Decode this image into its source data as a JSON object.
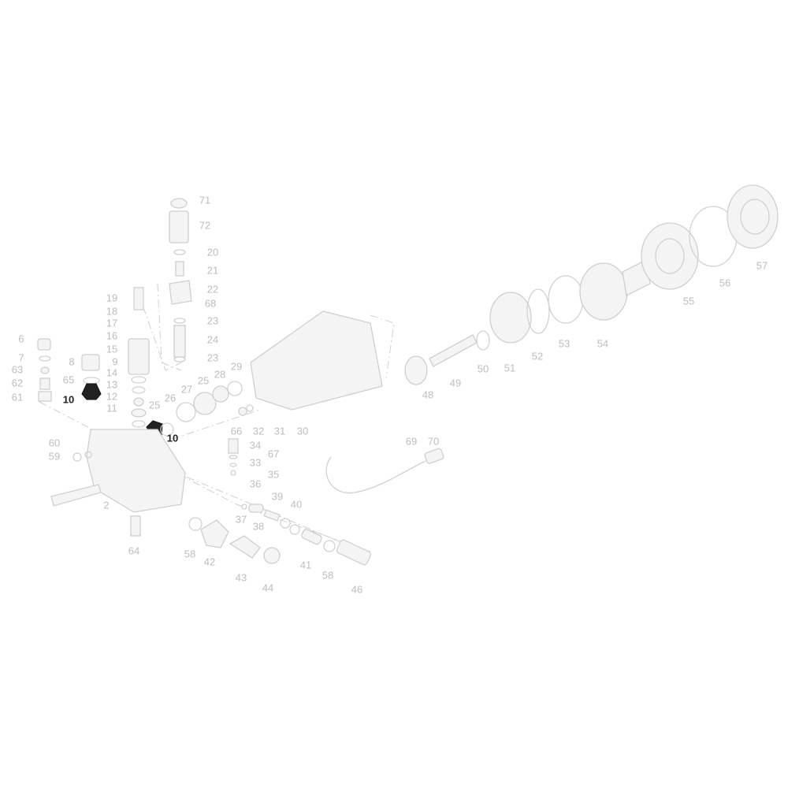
{
  "diagram": {
    "type": "exploded-parts-diagram",
    "highlight_color": "#222222",
    "part_color": "#bdbdbd",
    "highlighted_part": "10",
    "labels": [
      "71",
      "72",
      "20",
      "21",
      "22",
      "68",
      "23",
      "24",
      "23",
      "19",
      "18",
      "17",
      "16",
      "15",
      "9",
      "14",
      "13",
      "12",
      "11",
      "6",
      "7",
      "63",
      "62",
      "61",
      "8",
      "65",
      "10",
      "10",
      "26",
      "27",
      "25",
      "25",
      "28",
      "29",
      "66",
      "32",
      "31",
      "30",
      "34",
      "67",
      "33",
      "35",
      "36",
      "60",
      "59",
      "2",
      "64",
      "58",
      "42",
      "43",
      "44",
      "37",
      "38",
      "39",
      "40",
      "41",
      "58",
      "46",
      "69",
      "70",
      "48",
      "49",
      "50",
      "51",
      "52",
      "53",
      "54",
      "55",
      "56",
      "57"
    ]
  }
}
